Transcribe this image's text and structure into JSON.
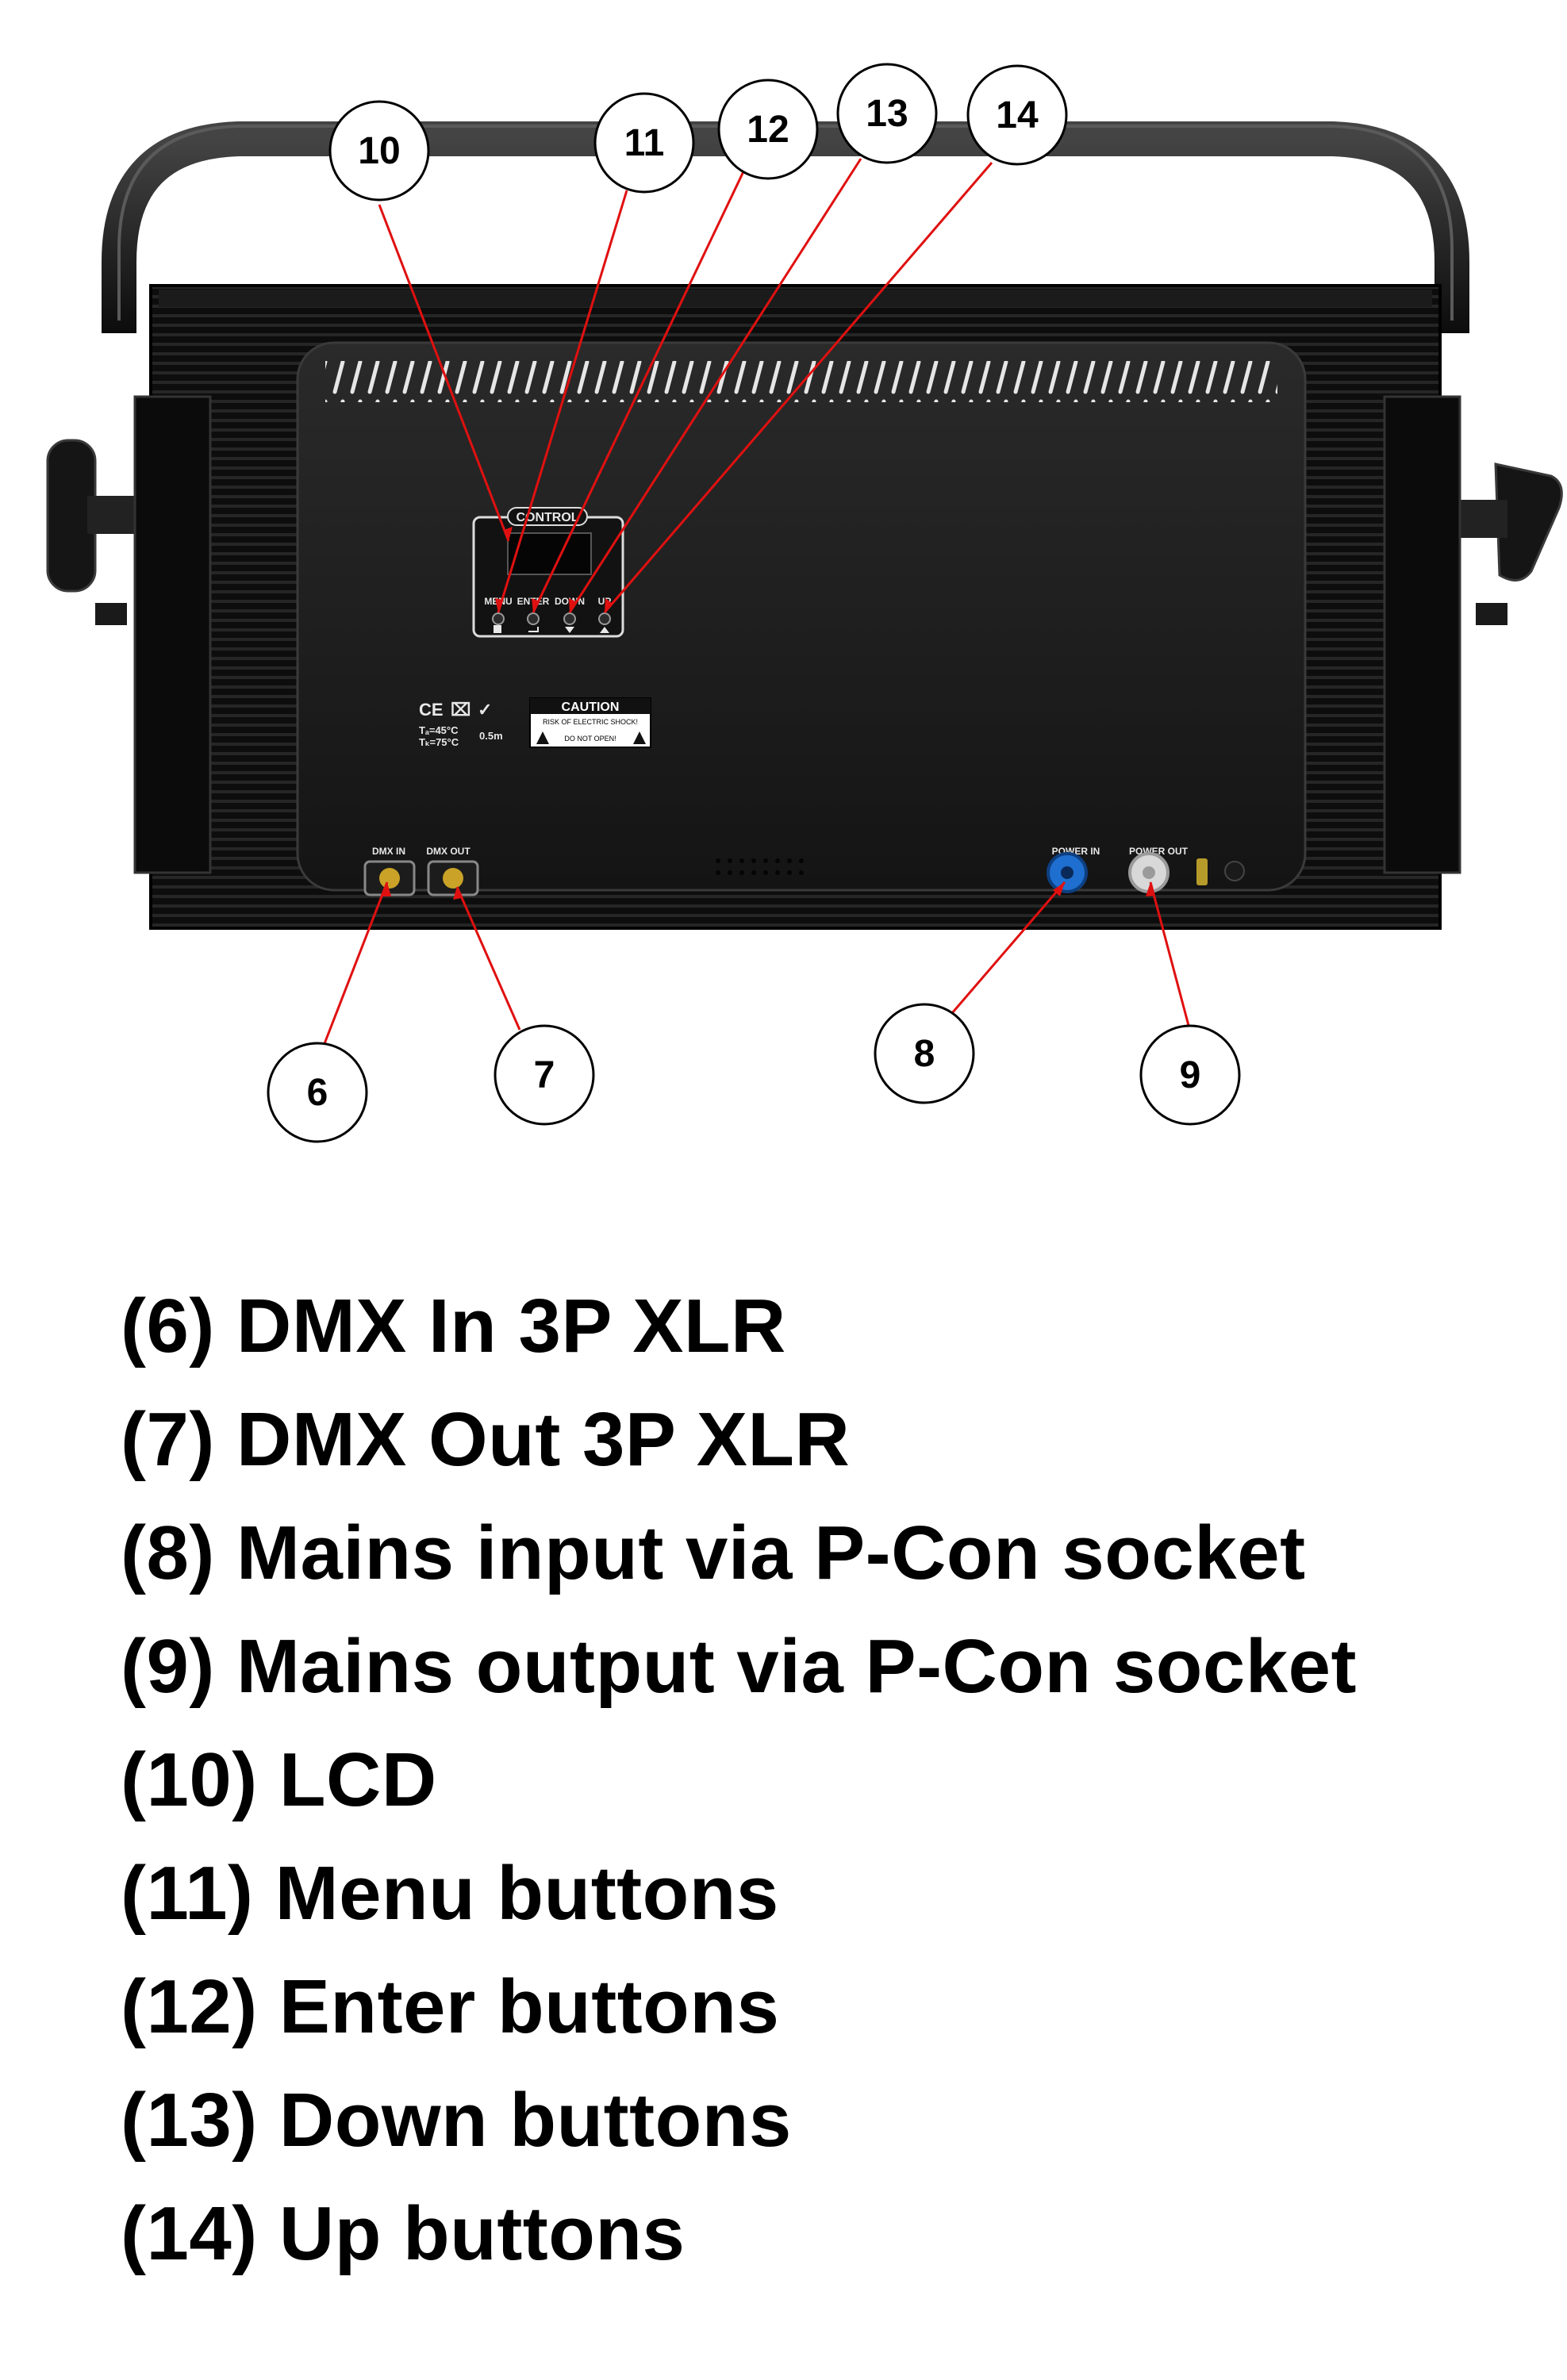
{
  "device": {
    "panel_label": "CONTROL",
    "button_labels": [
      "MENU",
      "ENTER",
      "DOWN",
      "UP"
    ],
    "caution_title": "CAUTION",
    "caution_line1": "RISK OF ELECTRIC SHOCK!",
    "caution_line2": "DO NOT OPEN!",
    "connector_labels": [
      "DMX IN",
      "DMX OUT",
      "POWER IN",
      "POWER OUT"
    ],
    "temp_line1": "Tₐ=45°C",
    "temp_line2": "Tₖ=75°C",
    "distance_label": "0.5m"
  },
  "callouts": [
    "6",
    "7",
    "8",
    "9",
    "10",
    "11",
    "12",
    "13",
    "14"
  ],
  "legend": [
    "(6) DMX In 3P XLR",
    "(7) DMX Out 3P XLR",
    "(8) Mains input via P-Con socket",
    "(9) Mains output via P-Con socket",
    "(10) LCD",
    "(11) Menu buttons",
    "(12) Enter buttons",
    "(13) Down buttons",
    "(14) Up buttons"
  ],
  "colors": {
    "leader_line": "#e01010",
    "body": "#111111",
    "power_in": "#1f6fd0",
    "power_out": "#d8d8d8"
  }
}
